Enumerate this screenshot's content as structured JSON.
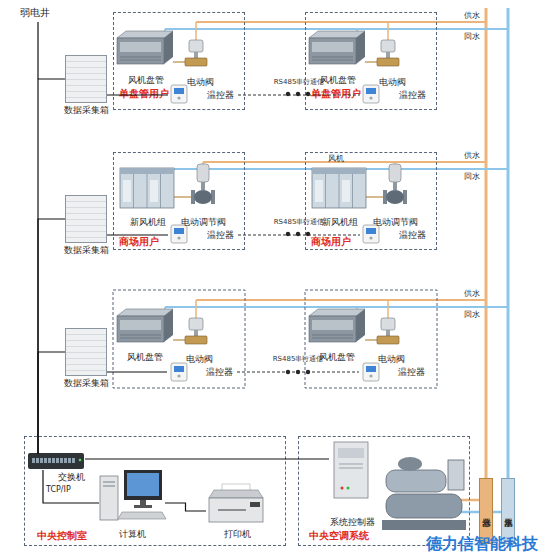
{
  "diagram": {
    "nodes": [
      {
        "text": [
          "数据采集箱"
        ]
      },
      {
        "text": [
          "单盘管用户"
        ]
      },
      {
        "text": [
          "风机盘管"
        ],
        "in": 1
      },
      {
        "text": [
          "电动阀"
        ],
        "in": 1
      },
      {
        "text": [
          "温控器"
        ],
        "in": 1
      },
      {
        "text": [
          "单盘管用户"
        ]
      },
      {
        "text": [
          "风机盘管"
        ],
        "in": 5
      },
      {
        "text": [
          "电动阀"
        ],
        "in": 5
      },
      {
        "text": [
          "温控器"
        ],
        "in": 5
      },
      {
        "text": [
          "数据采集箱"
        ]
      },
      {
        "text": [
          "商场用户"
        ]
      },
      {
        "text": [
          "新风机组"
        ],
        "in": 10
      },
      {
        "text": [
          "电动调节阀"
        ],
        "in": 10
      },
      {
        "text": [
          "温控器"
        ],
        "in": 10
      },
      {
        "text": [
          "商场用户"
        ]
      },
      {
        "text": [
          "新风机组"
        ],
        "in": 14
      },
      {
        "text": [
          "电动调节阀"
        ],
        "in": 14
      },
      {
        "text": [
          "温控器"
        ],
        "in": 14
      },
      {
        "text": [
          "数据采集箱"
        ]
      },
      {
        "text": [
          "风机盘管"
        ]
      },
      {
        "text": [
          "电动阀"
        ]
      },
      {
        "text": [
          "温控器"
        ]
      },
      {
        "text": [
          "风机盘管"
        ]
      },
      {
        "text": [
          "电动阀"
        ]
      },
      {
        "text": [
          "温控器"
        ]
      },
      {
        "text": [
          "中央控制室"
        ]
      },
      {
        "text": [
          "交换机"
        ],
        "in": 25
      },
      {
        "text": [
          "计算机"
        ],
        "in": 25
      },
      {
        "text": [
          "打印机"
        ],
        "in": 25
      },
      {
        "text": [
          "中央空调系统"
        ]
      },
      {
        "text": [
          "系统控制器"
        ],
        "in": 29
      },
      {
        "text": [
          "分水器"
        ]
      },
      {
        "text": [
          "集水器"
        ]
      }
    ],
    "edges": [
      {
        "from": 0,
        "to": 4,
        "arrow": "none"
      },
      {
        "from": 4,
        "to": 8,
        "label": "RS485串行通信",
        "arrow": "none"
      },
      {
        "from": 9,
        "to": 13,
        "arrow": "none"
      },
      {
        "from": 13,
        "to": 17,
        "label": "RS485串行通信",
        "arrow": "none"
      },
      {
        "from": 18,
        "to": 21,
        "arrow": "none"
      },
      {
        "from": 21,
        "to": 24,
        "label": "RS485串行通信",
        "arrow": "none"
      },
      {
        "from": 0,
        "to": 26,
        "arrow": "none"
      },
      {
        "from": 9,
        "to": 26,
        "arrow": "none"
      },
      {
        "from": 18,
        "to": 26,
        "arrow": "none"
      },
      {
        "from": 26,
        "to": 27,
        "arrow": "none"
      },
      {
        "from": 27,
        "to": 28,
        "arrow": "none"
      },
      {
        "from": 26,
        "to": 30,
        "arrow": "none"
      }
    ],
    "labels": [
      "弱电井",
      "供水",
      "回水",
      "风机",
      "供水",
      "回水",
      "供水",
      "回水",
      "TCP/IP",
      "德力信智能科技"
    ]
  }
}
